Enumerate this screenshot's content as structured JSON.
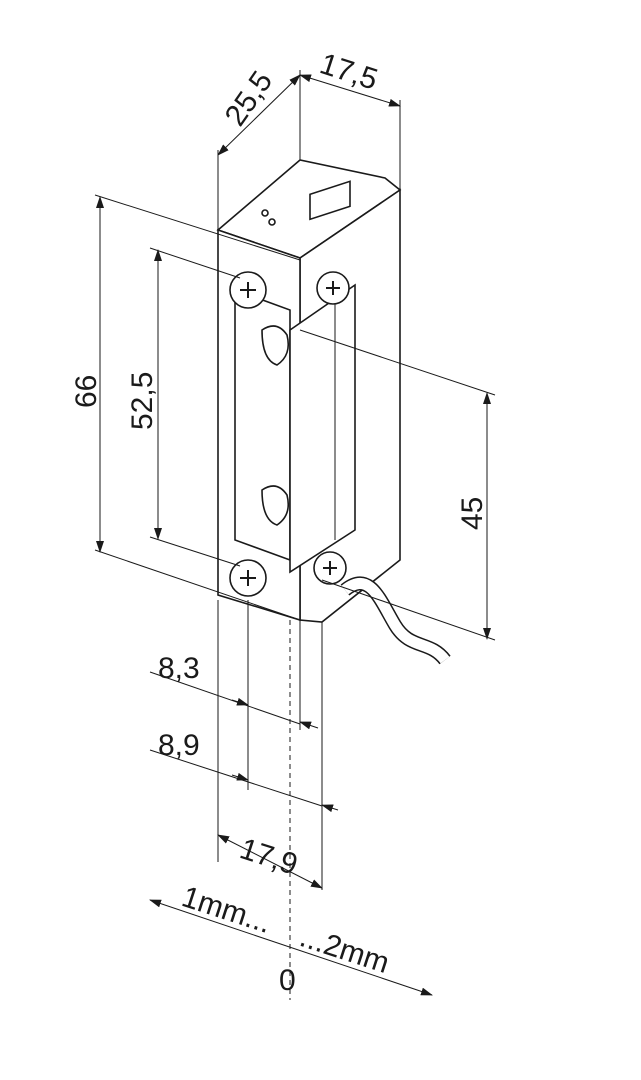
{
  "drawing": {
    "dimensions": {
      "depth": "25,5",
      "width": "17,5",
      "height_total": "66",
      "screw_spacing": "52,5",
      "latch_height": "45",
      "offset_a": "8,3",
      "offset_b": "8,9",
      "faceplate_width": "17,9"
    },
    "adjustment": {
      "minus": "1mm...",
      "plus": "...2mm",
      "zero": "0"
    }
  }
}
